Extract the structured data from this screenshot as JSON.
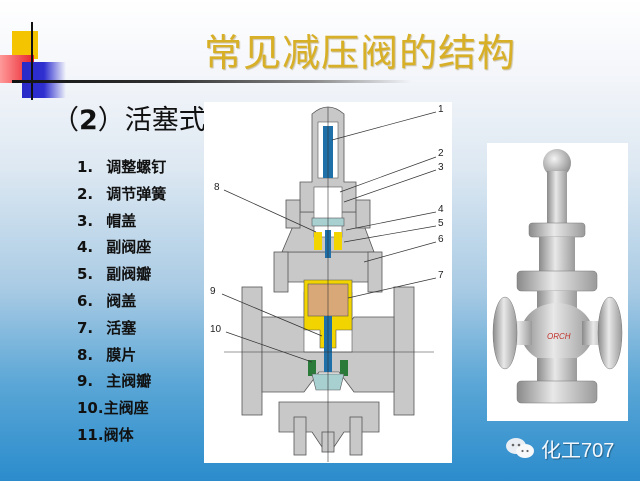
{
  "slide": {
    "title": "常见减压阀的结构",
    "subtitle_paren_open": "（",
    "subtitle_number": "2",
    "subtitle_paren_close": "）",
    "subtitle_text": "活塞式",
    "colors": {
      "title": "#d8b028",
      "text": "#111111",
      "logo_yellow": "#f5c400",
      "logo_red": "#e8202a",
      "logo_blue": "#2f2fd0",
      "bg_bottom": "#2b8ccc"
    }
  },
  "parts": [
    {
      "num": "1.",
      "name": "调整螺钉"
    },
    {
      "num": "2.",
      "name": "调节弹簧"
    },
    {
      "num": "3.",
      "name": "帽盖"
    },
    {
      "num": "4.",
      "name": "副阀座"
    },
    {
      "num": "5.",
      "name": "副阀瓣"
    },
    {
      "num": "6.",
      "name": "阀盖"
    },
    {
      "num": "7.",
      "name": "活塞"
    },
    {
      "num": "8.",
      "name": "膜片"
    },
    {
      "num": "9.",
      "name": "主阀瓣"
    },
    {
      "num": "10.",
      "name": "主阀座"
    },
    {
      "num": "11.",
      "name": "阀体"
    }
  ],
  "diagram": {
    "callouts": [
      {
        "label": "1"
      },
      {
        "label": "2"
      },
      {
        "label": "3"
      },
      {
        "label": "4"
      },
      {
        "label": "5"
      },
      {
        "label": "6"
      },
      {
        "label": "7"
      },
      {
        "label": "8"
      },
      {
        "label": "9"
      },
      {
        "label": "10"
      }
    ],
    "colors": {
      "body": "#c8c8c8",
      "stem": "#1f6fa8",
      "piston": "#d9a878",
      "cylinder": "#f2d400",
      "seat": "#2a7a3a",
      "disc": "#a8d0d0"
    }
  },
  "photo": {
    "nameplate": "ORCH"
  },
  "footer": {
    "icon": "wechat-icon",
    "brand": "化工707"
  }
}
